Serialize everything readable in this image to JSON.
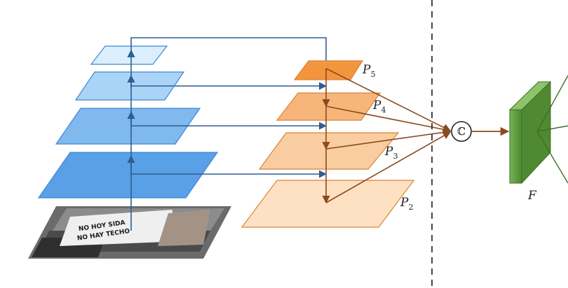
{
  "labels": {
    "p5_base": "P",
    "p5_sub": "5",
    "p4_base": "P",
    "p4_sub": "4",
    "p3_base": "P",
    "p3_sub": "3",
    "p2_base": "P",
    "p2_sub": "2",
    "concat_symbol": "ℂ",
    "feature_label": "F"
  },
  "photo": {
    "banner_line1": "NO HOY SIDA",
    "banner_line2": "NO HAY TECHO"
  },
  "colors": {
    "pyramid_blue_top": "#dbeefc",
    "pyramid_blue_mid": "#a9d4f7",
    "pyramid_blue_low": "#7fb9ee",
    "pyramid_blue_bottom": "#5aa0e6",
    "pyramid_blue_stroke": "#3f86d4",
    "blue_arrow": "#2d5f94",
    "p5_fill": "#f3953d",
    "p4_fill": "#f7b57a",
    "p3_fill": "#f9cd9f",
    "p2_fill": "#fde1c2",
    "orange_stroke": "#d8843e",
    "brown_arrow": "#8b4a1e",
    "feature_green": "#5e9a3e",
    "feature_green_dark": "#3f6f27",
    "dash_line": "#333333"
  }
}
